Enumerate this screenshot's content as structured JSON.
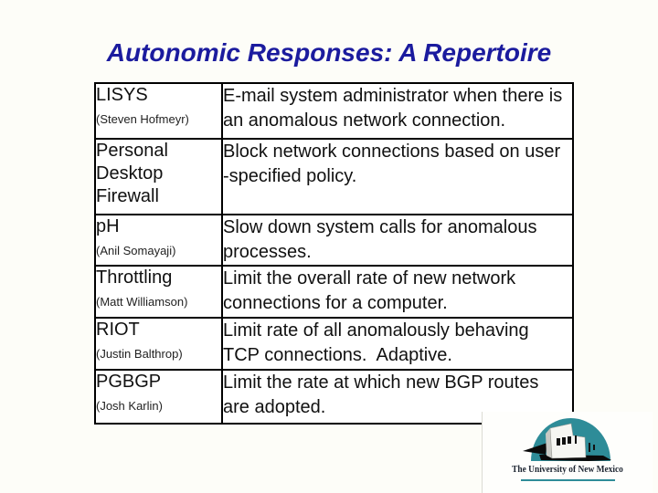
{
  "slide": {
    "title": "Autonomic Responses: A Repertoire",
    "title_color": "#1b1b9e",
    "background_color": "#fdfdf8"
  },
  "table": {
    "border_color": "#000000",
    "rows": [
      {
        "name": "LISYS",
        "author": "(Steven Hofmeyr)",
        "description": "E-mail system administrator when there is\nan anomalous network connection."
      },
      {
        "name": "Personal Desktop Firewall",
        "author": "",
        "description": "Block network connections based on user\n-specified policy."
      },
      {
        "name": "pH",
        "author": "(Anil Somayaji)",
        "description": "Slow down system calls for anomalous\nprocesses."
      },
      {
        "name": "Throttling",
        "author": "(Matt Williamson)",
        "description": "Limit the overall rate of new network\nconnections for a computer."
      },
      {
        "name": "RIOT",
        "author": "(Justin Balthrop)",
        "description": "Limit rate of all anomalously behaving\nTCP connections.  Adaptive."
      },
      {
        "name": "PGBGP",
        "author": "(Josh Karlin)",
        "description": "Limit the rate at which new BGP routes\nare adopted."
      }
    ]
  },
  "logo": {
    "text": "The University of New Mexico",
    "teal_color": "#2e8c98"
  }
}
